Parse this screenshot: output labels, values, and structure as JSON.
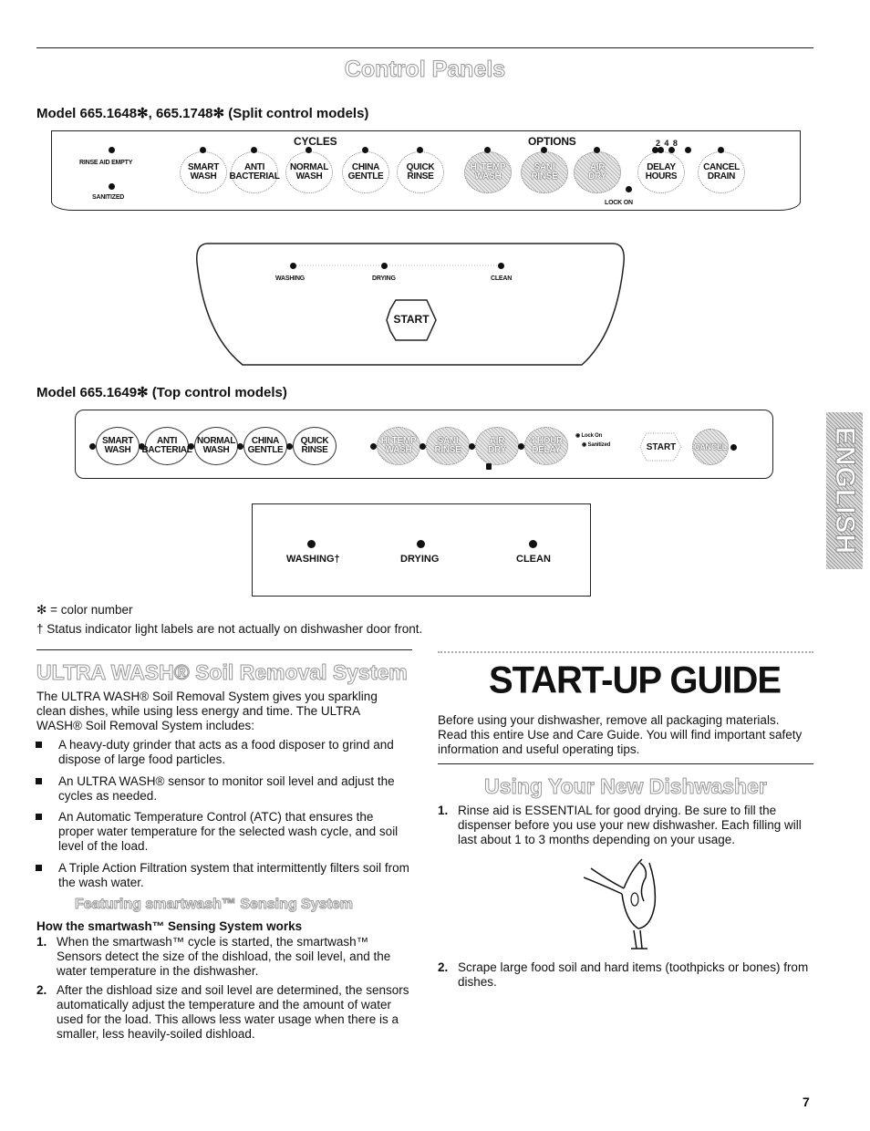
{
  "header": {
    "section_title": "Control Panels"
  },
  "split_model": {
    "heading": "Model 665.1648✻, 665.1748✻ (Split control models)",
    "group_cycles": "Cycles",
    "group_options": "Options",
    "hours_numbers": "2  4  8",
    "indicators": {
      "rinse_aid": "Rinse Aid Empty",
      "sanitized": "Sanitized",
      "lock_on": "Lock On"
    },
    "buttons": [
      {
        "l1": "Smart",
        "l2": "Wash"
      },
      {
        "l1": "Anti",
        "l2": "Bacterial"
      },
      {
        "l1": "Normal",
        "l2": "Wash"
      },
      {
        "l1": "China",
        "l2": "Gentle"
      },
      {
        "l1": "Quick",
        "l2": "Rinse"
      },
      {
        "l1": "Hi Temp",
        "l2": "Wash"
      },
      {
        "l1": "Sani",
        "l2": "Rinse"
      },
      {
        "l1": "Air",
        "l2": "Dry"
      },
      {
        "l1": "Delay",
        "l2": "Hours"
      },
      {
        "l1": "Cancel",
        "l2": "Drain"
      }
    ],
    "status": {
      "washing": "Washing",
      "drying": "Drying",
      "clean": "Clean"
    },
    "start_label": "Start"
  },
  "top_model": {
    "heading": "Model 665.1649✻ (Top control models)",
    "buttons": [
      {
        "l1": "Smart",
        "l2": "Wash"
      },
      {
        "l1": "Anti",
        "l2": "Bacterial"
      },
      {
        "l1": "Normal",
        "l2": "Wash"
      },
      {
        "l1": "China",
        "l2": "Gentle"
      },
      {
        "l1": "Quick",
        "l2": "Rinse"
      },
      {
        "l1": "Hi Temp",
        "l2": "Wash"
      },
      {
        "l1": "Sani",
        "l2": "Rinse"
      },
      {
        "l1": "Air",
        "l2": "Dry"
      },
      {
        "l1": "4 Hour",
        "l2": "Delay"
      }
    ],
    "lock_on": "Lock On",
    "sanitized": "Sanitized",
    "start_label": "Start",
    "cancel_label": "Cancel",
    "status": {
      "washing": "Washing†",
      "drying": "Drying",
      "clean": "Clean"
    }
  },
  "notes": {
    "color_number": "✻ = color number",
    "status_note": "† Status indicator light labels are not actually on dishwasher door front."
  },
  "ultra_wash": {
    "title": "ULTRA WASH® Soil Removal System",
    "intro": "The ULTRA WASH® Soil Removal System gives you sparkling clean dishes, while using less energy and time. The ULTRA WASH® Soil Removal System includes:",
    "bullets": [
      "A heavy-duty grinder that acts as a food disposer to grind and dispose of large food particles.",
      "An ULTRA WASH® sensor to monitor soil level and adjust the cycles as needed.",
      "An Automatic Temperature Control (ATC) that ensures the proper water temperature for the selected wash cycle, and soil level of the load.",
      "A Triple Action Filtration system that intermittently filters soil from the wash water."
    ],
    "featuring_title": "Featuring smartwash™ Sensing System",
    "how_heading": "How the smartwash™ Sensing System works",
    "steps": [
      {
        "n": "1.",
        "text": "When the smartwash™ cycle is started, the smartwash™ Sensors detect the size of the dishload, the soil level, and the water temperature in the dishwasher."
      },
      {
        "n": "2.",
        "text": "After the dishload size and soil level are determined, the sensors automatically adjust the temperature and the amount of water used for the load. This allows less water usage when there is a smaller, less heavily-soiled dishload."
      }
    ]
  },
  "startup": {
    "title": "START-UP GUIDE",
    "intro": "Before using your dishwasher, remove all packaging materials. Read this entire Use and Care Guide. You will find important safety information and useful operating tips.",
    "using_title": "Using Your New Dishwasher",
    "steps": [
      {
        "n": "1.",
        "text": "Rinse aid is ESSENTIAL for good drying. Be sure to fill the dispenser before you use your new dishwasher. Each filling will last about 1 to 3 months depending on your usage."
      },
      {
        "n": "2.",
        "text": "Scrape large food soil and hard items (toothpicks or bones) from dishes."
      }
    ]
  },
  "side_tab": "ENGLISH",
  "page_number": "7"
}
